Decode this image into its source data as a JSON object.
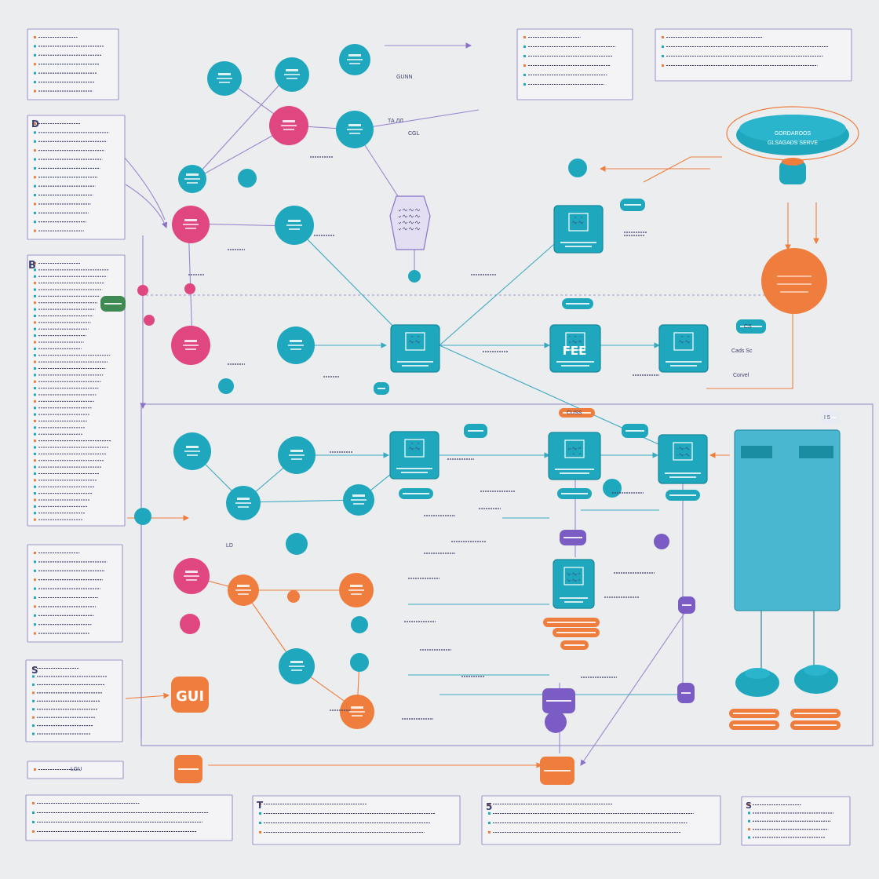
{
  "colors": {
    "background": "#ecedee",
    "teal": "#1fa7bd",
    "teal_dark": "#16889c",
    "magenta": "#e0467f",
    "orange": "#ef7d3d",
    "purple": "#7b5cc4",
    "line_purple": "#9a86d0",
    "line_teal": "#3aa9c2",
    "ink": "#3b4070",
    "panel_border": "#9b96c9",
    "large_panel_fill": "#48b7cf"
  },
  "labels": {
    "cylinder_top": "GORDAROOS",
    "cylinder_sub": "GLSAGADS SERVE",
    "fee_box": "FEE",
    "gui_box": "GUI",
    "ta_note": "ТА ЛЛ",
    "gn_note": "GUNN",
    "cgl_note": "CGL",
    "cads_note": "Cads Sc",
    "corvel_note": "Corvel",
    "cs_btn": "CS",
    "cuss_btn": "CUSS",
    "i_btn": "I 5",
    "ld_note": "LD",
    "lgu_note": "LGU",
    "legend_s": "S",
    "legend_t": "T",
    "legend_5": "5",
    "legend_b": "B",
    "legend_d": "D",
    "legend_s2": "S"
  },
  "icons": {
    "node_glyph": "document-icon",
    "qr_glyph": "qr-icon",
    "cloud_glyph": "cloud-icon",
    "arrow": "arrow-icon"
  }
}
